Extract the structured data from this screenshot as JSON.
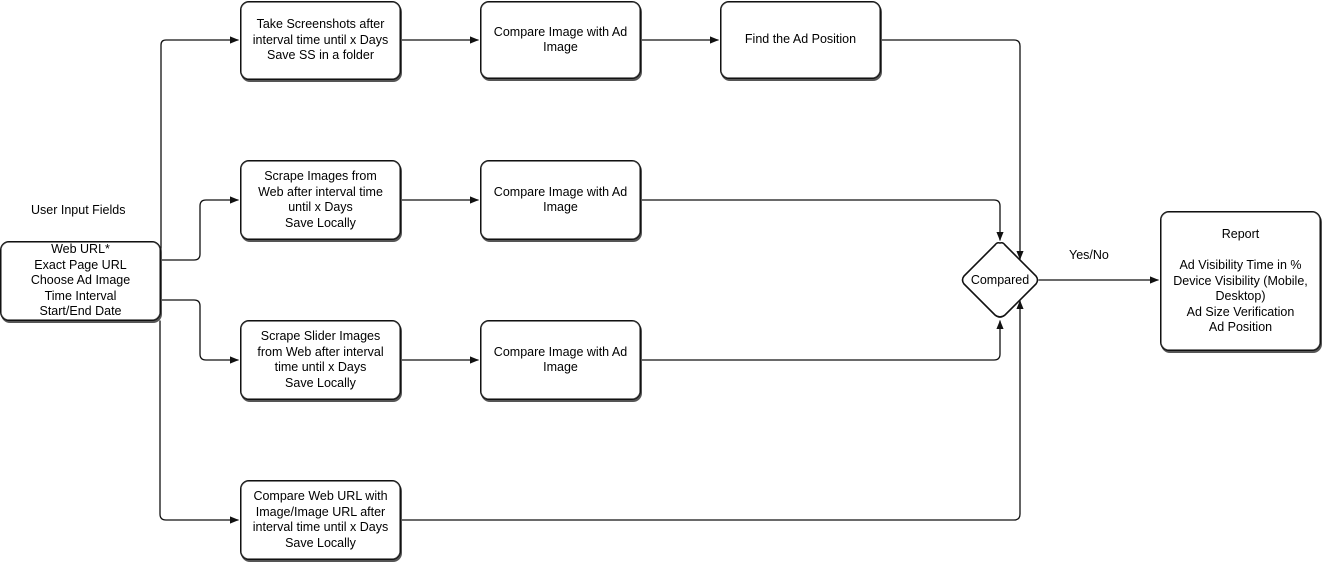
{
  "diagram": {
    "user_input_label": "User Input Fields",
    "yes_no_label": "Yes/No",
    "nodes": {
      "input": "Web URL*\nExact Page URL\nChoose Ad Image\nTime Interval\nStart/End Date",
      "screenshots": "Take Screenshots after\ninterval time until x Days\nSave SS in a folder",
      "compare1": "Compare Image with Ad\nImage",
      "find_position": "Find the Ad Position",
      "scrape_images": "Scrape Images from\nWeb after interval time\nuntil x Days\nSave Locally",
      "compare2": "Compare Image with Ad\nImage",
      "scrape_slider": "Scrape Slider Images\nfrom Web after interval\ntime until x Days\nSave Locally",
      "compare3": "Compare Image with Ad\nImage",
      "compare_weburl": "Compare Web URL with\nImage/Image URL after\ninterval time until x Days\nSave Locally",
      "compared": "Compared",
      "report": "Report\n\nAd Visibility Time in %\nDevice Visibility (Mobile,\nDesktop)\nAd Size Verification\nAd Position"
    }
  },
  "colors": {
    "stroke": "#111111",
    "background": "#ffffff"
  }
}
